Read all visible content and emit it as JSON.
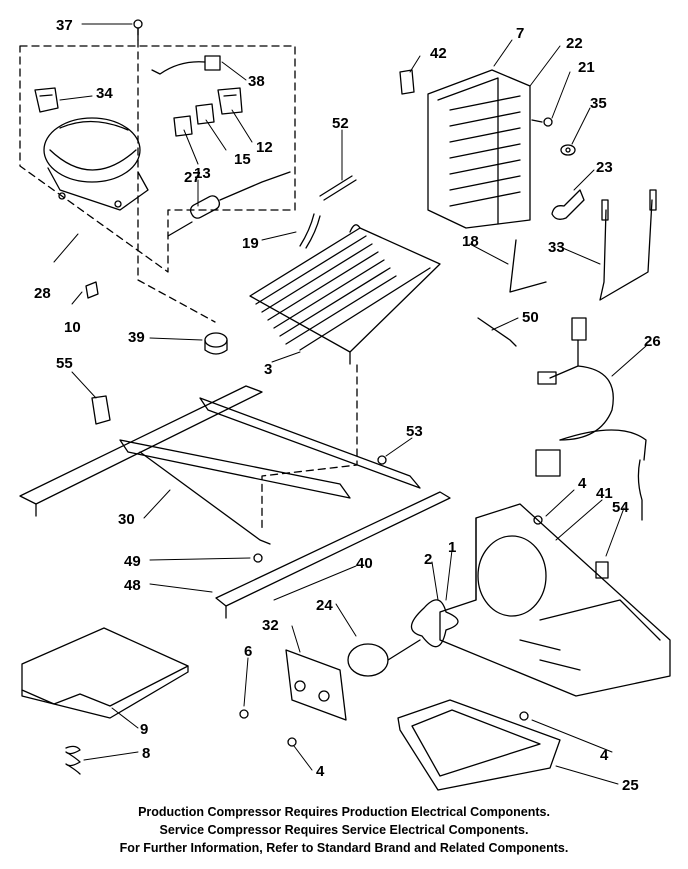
{
  "callouts": [
    "37",
    "7",
    "42",
    "22",
    "21",
    "34",
    "38",
    "35",
    "52",
    "12",
    "15",
    "13",
    "27",
    "23",
    "18",
    "19",
    "33",
    "28",
    "10",
    "50",
    "39",
    "26",
    "55",
    "3",
    "53",
    "4",
    "41",
    "54",
    "30",
    "49",
    "48",
    "40",
    "2",
    "1",
    "24",
    "32",
    "6",
    "9",
    "8",
    "4",
    "4",
    "25"
  ],
  "notes": [
    "Production Compressor Requires Production Electrical Components.",
    "Service Compressor Requires Service Electrical Components.",
    "For Further Information, Refer to Standard Brand and Related Components."
  ]
}
